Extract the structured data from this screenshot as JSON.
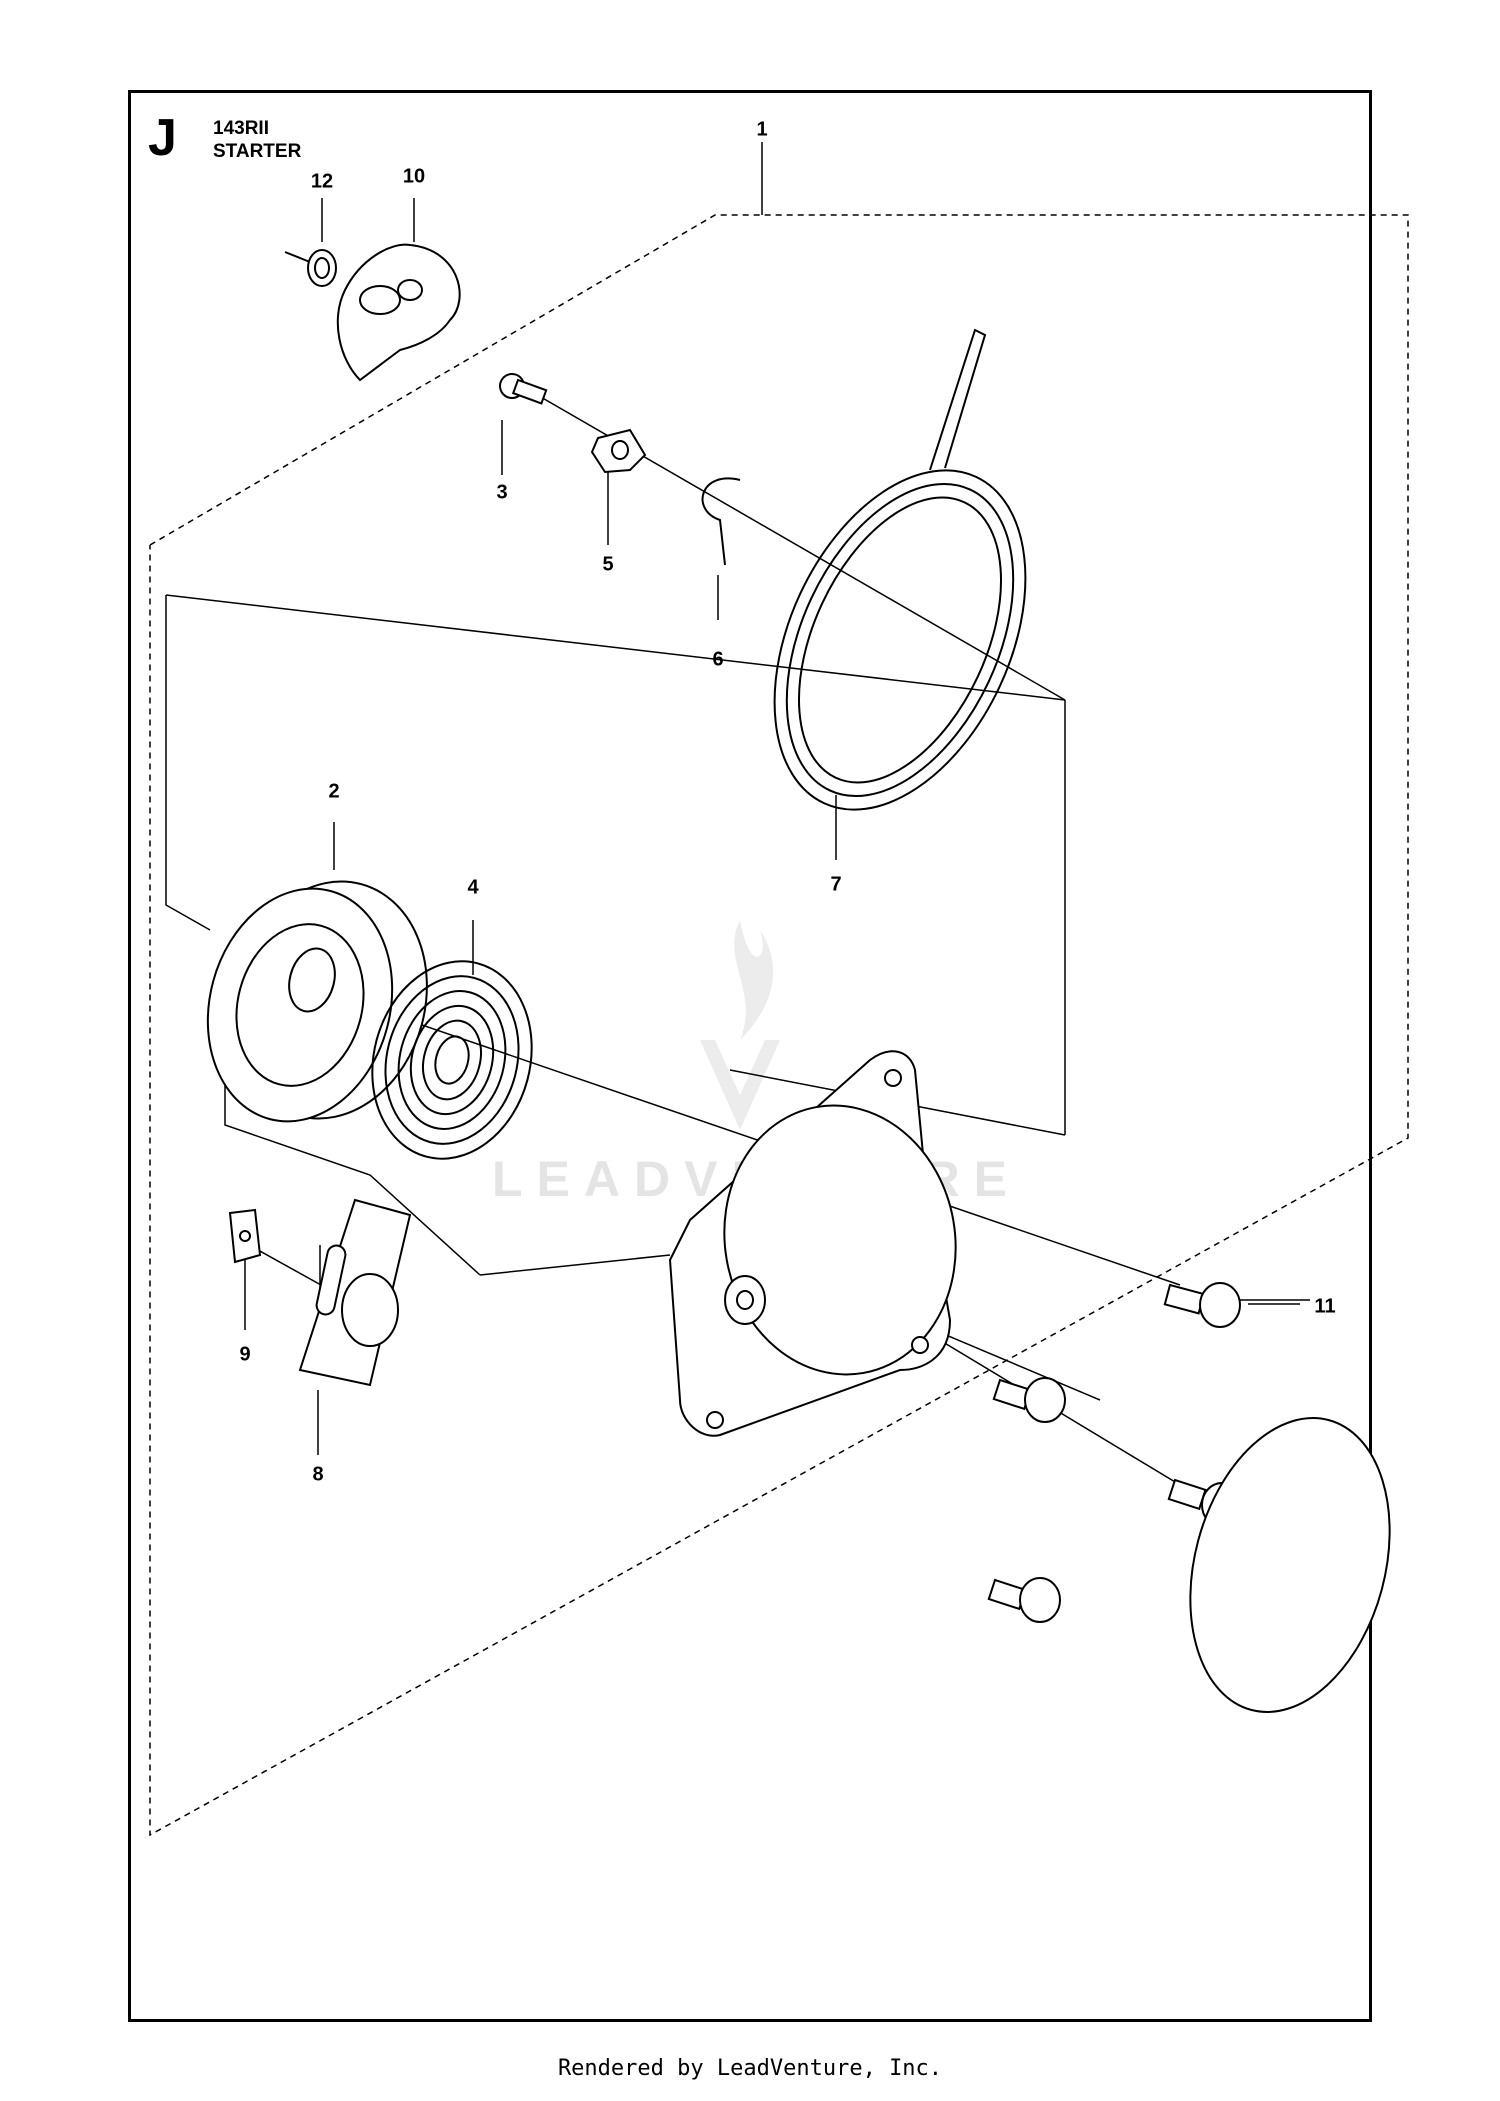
{
  "header": {
    "section_letter": "J",
    "model": "143RII",
    "title": "STARTER"
  },
  "callouts": [
    "1",
    "2",
    "3",
    "4",
    "5",
    "6",
    "7",
    "8",
    "9",
    "10",
    "11",
    "12"
  ],
  "watermark": "LEADVENTURE",
  "footer": "Rendered by LeadVenture, Inc."
}
